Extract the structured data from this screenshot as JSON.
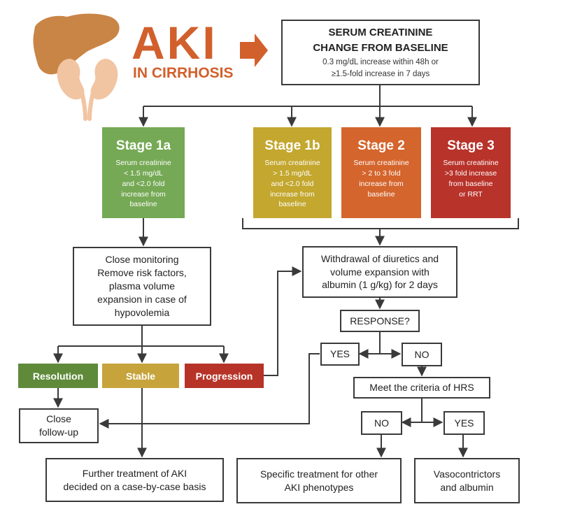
{
  "header": {
    "title": "AKI",
    "subtitle": "IN CIRRHOSIS",
    "colors": {
      "brand": "#d2602c",
      "liver": "#c98546",
      "kidney": "#f1c4a2"
    }
  },
  "definition": {
    "title": "SERUM CREATININE\nCHANGE FROM BASELINE",
    "detail": "0.3 mg/dL increase within 48h or\n≥1.5-fold increase in 7 days"
  },
  "stages": [
    {
      "title": "Stage 1a",
      "desc": "Serum creatinine\n< 1.5 mg/dL\nand <2.0 fold\nincrease from\nbaseline",
      "color": "#76a955"
    },
    {
      "title": "Stage 1b",
      "desc": "Serum creatinine\n> 1.5 mg/dL\nand <2.0 fold\nincrease from\nbaseline",
      "color": "#c3a72e"
    },
    {
      "title": "Stage 2",
      "desc": "Serum creatinine\n> 2 to 3 fold\nincrease from\nbaseline",
      "color": "#d4652d"
    },
    {
      "title": "Stage 3",
      "desc": "Serum creatinine\n>3 fold increase\nfrom baseline\nor RRT",
      "color": "#b8332a"
    }
  ],
  "monitoring": {
    "text": "Close monitoring\nRemove risk factors,\nplasma volume\nexpansion in case of\nhypovolemia"
  },
  "outcomes": [
    {
      "label": "Resolution",
      "color": "#5f8a3a"
    },
    {
      "label": "Stable",
      "color": "#c6a43b"
    },
    {
      "label": "Progression",
      "color": "#b73328"
    }
  ],
  "withdrawal": {
    "text": "Withdrawal of diuretics and\nvolume expansion with\nalbumin (1 g/kg) for 2 days"
  },
  "response": {
    "text": "RESPONSE?",
    "yes": "YES",
    "no": "NO"
  },
  "hrs": {
    "text": "Meet the criteria of HRS",
    "yes": "YES",
    "no": "NO"
  },
  "follow_up": {
    "text": "Close\nfollow-up"
  },
  "further": {
    "text": "Further treatment of AKI\ndecided on a case-by-case basis"
  },
  "specific": {
    "text": "Specific treatment for other\nAKI phenotypes"
  },
  "vaso": {
    "text": "Vasocontrictors\nand albumin"
  }
}
